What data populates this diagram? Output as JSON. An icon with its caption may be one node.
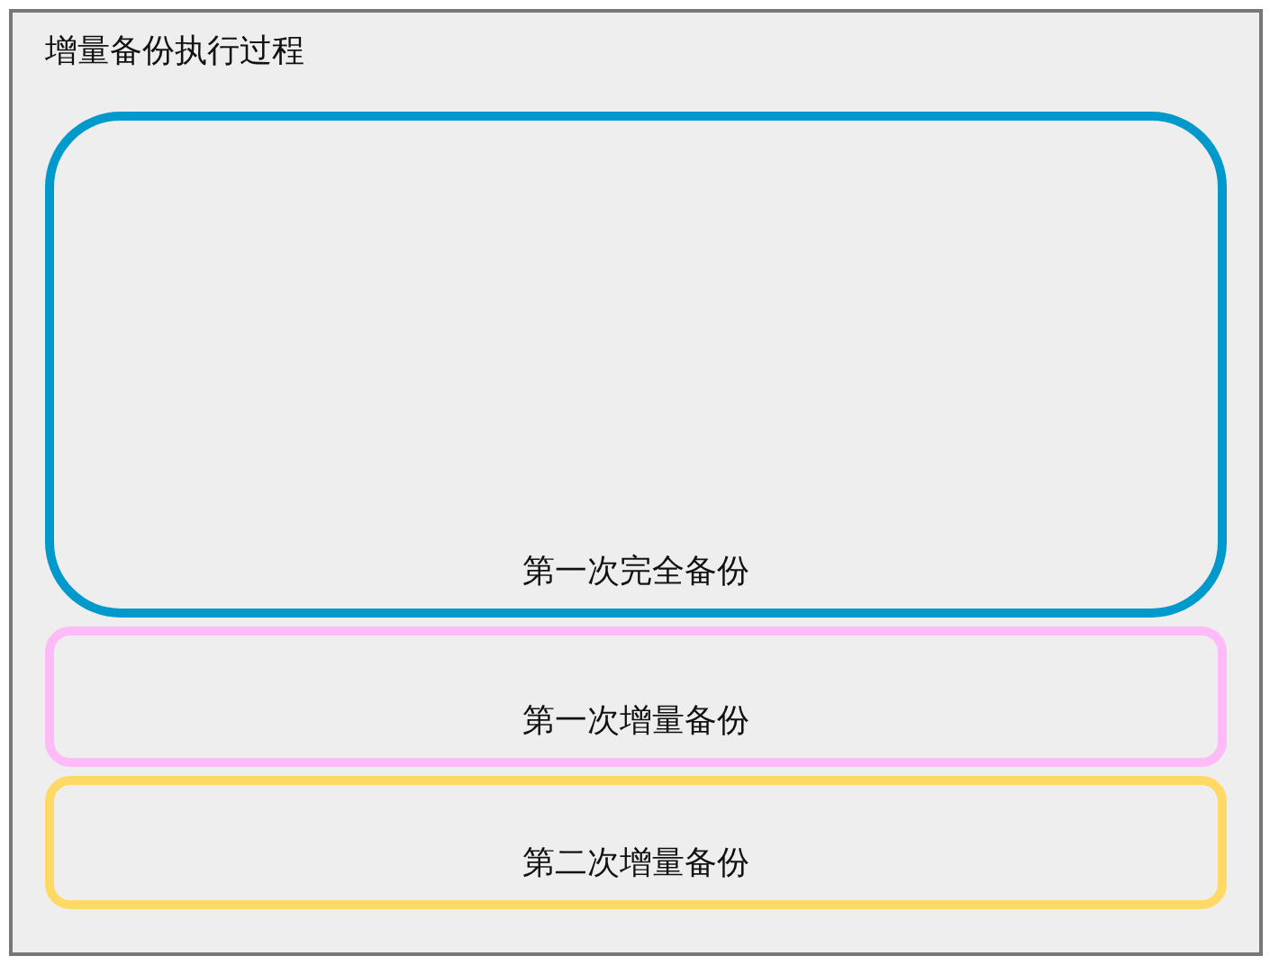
{
  "diagram": {
    "nodes": [
      {
        "text": [
          "增量备份执行过程"
        ]
      },
      {
        "text": [
          "第一次完全备份"
        ],
        "in": 0
      },
      {
        "text": [
          "第一次增量备份"
        ],
        "in": 0
      },
      {
        "text": [
          "第二次增量备份"
        ],
        "in": 0
      }
    ]
  }
}
